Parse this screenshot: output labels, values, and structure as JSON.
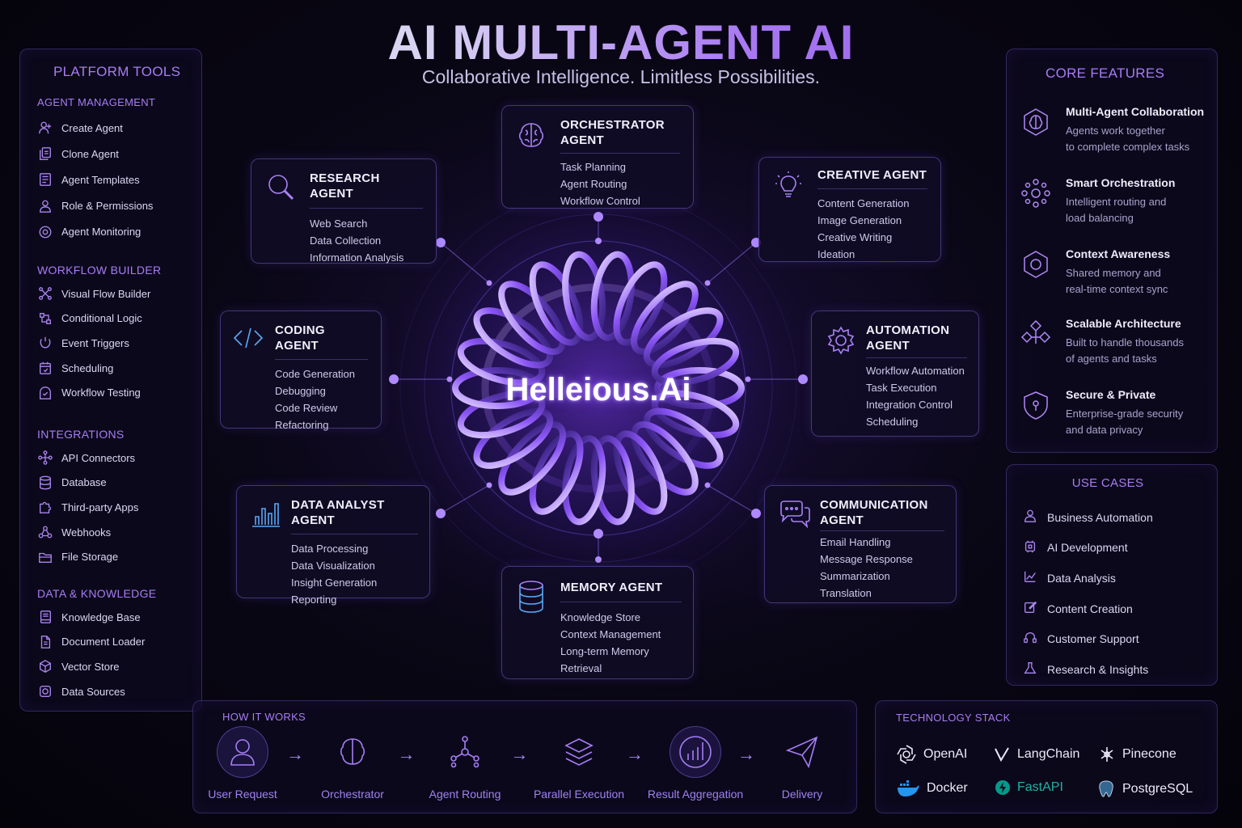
{
  "header": {
    "title": "AI MULTI-AGENT AI",
    "subtitle": "Collaborative Intelligence. Limitless Possibilities."
  },
  "platform_tools": {
    "title": "PLATFORM TOOLS",
    "sections": [
      {
        "title": "AGENT MANAGEMENT",
        "items": [
          {
            "label": "Create Agent",
            "icon": "add-user-icon"
          },
          {
            "label": "Clone Agent",
            "icon": "clone-icon"
          },
          {
            "label": "Agent Templates",
            "icon": "template-icon"
          },
          {
            "label": "Role & Permissions",
            "icon": "user-icon"
          },
          {
            "label": "Agent Monitoring",
            "icon": "monitor-icon"
          }
        ]
      },
      {
        "title": "WORKFLOW BUILDER",
        "items": [
          {
            "label": "Visual Flow Builder",
            "icon": "flow-icon"
          },
          {
            "label": "Conditional Logic",
            "icon": "branch-icon"
          },
          {
            "label": "Event Triggers",
            "icon": "trigger-icon"
          },
          {
            "label": "Scheduling",
            "icon": "calendar-icon"
          },
          {
            "label": "Workflow Testing",
            "icon": "test-icon"
          }
        ]
      },
      {
        "title": "INTEGRATIONS",
        "items": [
          {
            "label": "API Connectors",
            "icon": "connector-icon"
          },
          {
            "label": "Database",
            "icon": "database-icon"
          },
          {
            "label": "Third-party Apps",
            "icon": "puzzle-icon"
          },
          {
            "label": "Webhooks",
            "icon": "webhook-icon"
          },
          {
            "label": "File Storage",
            "icon": "folder-icon"
          }
        ]
      },
      {
        "title": "DATA & KNOWLEDGE",
        "items": [
          {
            "label": "Knowledge Base",
            "icon": "book-icon"
          },
          {
            "label": "Document Loader",
            "icon": "document-icon"
          },
          {
            "label": "Vector Store",
            "icon": "cube-icon"
          },
          {
            "label": "Data Sources",
            "icon": "source-icon"
          }
        ]
      }
    ]
  },
  "agents": {
    "orchestrator": {
      "title1": "ORCHESTRATOR",
      "title2": "AGENT",
      "lines": [
        "Task Planning",
        "Agent Routing",
        "Workflow Control"
      ],
      "icon": "brain-icon"
    },
    "research": {
      "title": "RESEARCH AGENT",
      "lines": [
        "Web Search",
        "Data Collection",
        "Information Analysis"
      ],
      "icon": "search-icon"
    },
    "creative": {
      "title": "CREATIVE AGENT",
      "lines": [
        "Content Generation",
        "Image Generation",
        "Creative Writing",
        "Ideation"
      ],
      "icon": "lightbulb-icon"
    },
    "coding": {
      "title": "CODING AGENT",
      "lines": [
        "Code Generation",
        "Debugging",
        "Code Review",
        "Refactoring"
      ],
      "icon": "code-icon"
    },
    "automation": {
      "title1": "AUTOMATION",
      "title2": "AGENT",
      "lines": [
        "Workflow Automation",
        "Task Execution",
        "Integration Control",
        "Scheduling"
      ],
      "icon": "gear-icon"
    },
    "data_analyst": {
      "title": "DATA ANALYST AGENT",
      "lines": [
        "Data Processing",
        "Data Visualization",
        "Insight Generation",
        "Reporting"
      ],
      "icon": "bar-chart-icon"
    },
    "communication": {
      "title1": "COMMUNICATION",
      "title2": "AGENT",
      "lines": [
        "Email Handling",
        "Message Response",
        "Summarization",
        "Translation"
      ],
      "icon": "chat-icon"
    },
    "memory": {
      "title": "MEMORY AGENT",
      "lines": [
        "Knowledge Store",
        "Context Management",
        "Long-term Memory",
        "Retrieval"
      ],
      "icon": "database-icon"
    }
  },
  "hub": {
    "label": "Helleious.Ai"
  },
  "core_features": {
    "title": "CORE FEATURES",
    "items": [
      {
        "title": "Multi-Agent Collaboration",
        "desc1": "Agents work together",
        "desc2": "to complete complex tasks",
        "icon": "brain-hexagon-icon"
      },
      {
        "title": "Smart Orchestration",
        "desc1": "Intelligent routing and",
        "desc2": "load balancing",
        "icon": "network-icon"
      },
      {
        "title": "Context Awareness",
        "desc1": "Shared memory and",
        "desc2": "real-time context sync",
        "icon": "context-gear-icon"
      },
      {
        "title": "Scalable Architecture",
        "desc1": "Built to handle thousands",
        "desc2": "of agents and tasks",
        "icon": "scale-icon"
      },
      {
        "title": "Secure & Private",
        "desc1": "Enterprise-grade security",
        "desc2": "and data privacy",
        "icon": "shield-icon"
      }
    ]
  },
  "use_cases": {
    "title": "USE CASES",
    "items": [
      {
        "label": "Business Automation",
        "icon": "user-icon"
      },
      {
        "label": "AI Development",
        "icon": "ai-icon"
      },
      {
        "label": "Data Analysis",
        "icon": "line-chart-icon"
      },
      {
        "label": "Content Creation",
        "icon": "edit-icon"
      },
      {
        "label": "Customer Support",
        "icon": "support-icon"
      },
      {
        "label": "Research & Insights",
        "icon": "flask-icon"
      }
    ]
  },
  "how_it_works": {
    "title": "HOW IT WORKS",
    "steps": [
      {
        "label": "User Request",
        "icon": "user-icon"
      },
      {
        "label": "Orchestrator",
        "icon": "brain-icon"
      },
      {
        "label": "Agent Routing",
        "icon": "network-icon"
      },
      {
        "label": "Parallel Execution",
        "icon": "layers-icon"
      },
      {
        "label": "Result Aggregation",
        "icon": "bar-chart-icon"
      },
      {
        "label": "Delivery",
        "icon": "send-icon"
      }
    ],
    "arrow": "→"
  },
  "tech_stack": {
    "title": "TECHNOLOGY STACK",
    "items": [
      {
        "label": "OpenAI",
        "icon": "openai-icon"
      },
      {
        "label": "LangChain",
        "icon": "langchain-icon"
      },
      {
        "label": "Pinecone",
        "icon": "pinecone-icon"
      },
      {
        "label": "Docker",
        "icon": "docker-icon",
        "color": "#2496ed"
      },
      {
        "label": "FastAPI",
        "icon": "fastapi-icon",
        "color": "#05998b"
      },
      {
        "label": "PostgreSQL",
        "icon": "postgresql-icon",
        "color": "#336791"
      }
    ]
  },
  "colors": {
    "accent": "#a77cf5",
    "background": "#07050f",
    "text": "#d8d2f0"
  }
}
